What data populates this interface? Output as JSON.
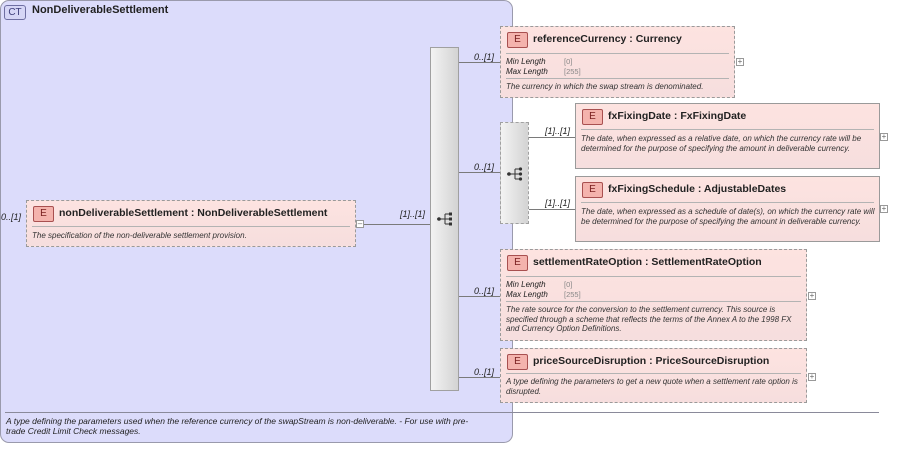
{
  "root": {
    "card": "0..[1]",
    "badge": "E",
    "name": "nonDeliverableSettlement : NonDeliverableSettlement",
    "desc": "The specification of the non-deliverable settlement provision."
  },
  "complex_type": {
    "badge": "CT",
    "name": "NonDeliverableSettlement",
    "desc": "A type defining the parameters used when the reference currency of the swapStream is non-deliverable. - For use with pre-trade Credit Limit Check messages."
  },
  "sequence": {
    "card": "[1]..[1]"
  },
  "choice": {
    "card": "0..[1]"
  },
  "children": {
    "referenceCurrency": {
      "card": "0..[1]",
      "badge": "E",
      "name": "referenceCurrency : Currency",
      "facet1": "Min Length",
      "facet1_val": "[0]",
      "facet2": "Max Length",
      "facet2_val": "[255]",
      "desc": "The currency in which the swap stream is denominated."
    },
    "fxFixingDate": {
      "card": "[1]..[1]",
      "badge": "E",
      "name": "fxFixingDate : FxFixingDate",
      "desc": "The date, when expressed as a relative date, on which the currency rate will be determined for the purpose of specifying the amount in deliverable currency."
    },
    "fxFixingSchedule": {
      "card": "[1]..[1]",
      "badge": "E",
      "name": "fxFixingSchedule : AdjustableDates",
      "desc": "The date, when expressed as a schedule of date(s), on which the currency rate will be determined for the purpose of specifying the amount in deliverable currency."
    },
    "settlementRateOption": {
      "card": "0..[1]",
      "badge": "E",
      "name": "settlementRateOption : SettlementRateOption",
      "facet1": "Min Length",
      "facet1_val": "[0]",
      "facet2": "Max Length",
      "facet2_val": "[255]",
      "desc": "The rate source for the conversion to the settlement currency. This source is specified through a scheme that reflects the terms of the Annex A to the 1998 FX and Currency Option Definitions."
    },
    "priceSourceDisruption": {
      "card": "0..[1]",
      "badge": "E",
      "name": "priceSourceDisruption : PriceSourceDisruption",
      "desc": "A type defining the parameters to get a new quote when a settlement rate option is disrupted."
    }
  },
  "icons": {
    "collapse": "minus-box-icon",
    "expand": "plus-box-icon",
    "sequence": "sequence-compositor-icon",
    "choice": "choice-compositor-icon"
  }
}
